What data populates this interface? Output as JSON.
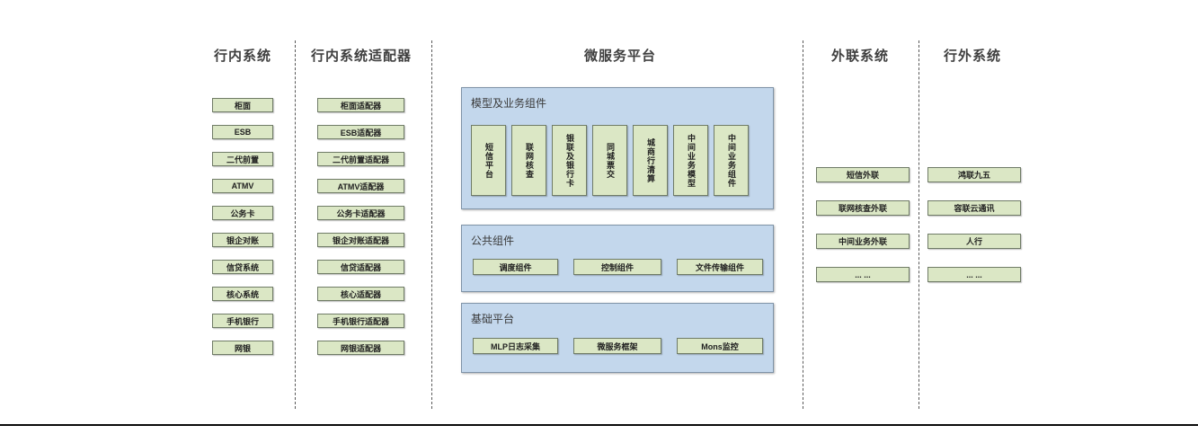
{
  "diagram": {
    "columns": {
      "inbank": {
        "title": "行内系统",
        "items": [
          "柜面",
          "ESB",
          "二代前置",
          "ATMV",
          "公务卡",
          "银企对账",
          "信贷系统",
          "核心系统",
          "手机银行",
          "网银"
        ]
      },
      "adapters": {
        "title": "行内系统适配器",
        "items": [
          "柜面适配器",
          "ESB适配器",
          "二代前置适配器",
          "ATMV适配器",
          "公务卡适配器",
          "银企对账适配器",
          "信贷适配器",
          "核心适配器",
          "手机银行适配器",
          "网银适配器"
        ]
      },
      "platform": {
        "title": "微服务平台",
        "model_section": {
          "label": "模型及业务组件",
          "items": [
            "短信平台",
            "联网核查",
            "银联及银行卡",
            "同城票交",
            "城商行清算",
            "中间业务模型",
            "中间业务组件"
          ]
        },
        "common_section": {
          "label": "公共组件",
          "items": [
            "调度组件",
            "控制组件",
            "文件传输组件"
          ]
        },
        "base_section": {
          "label": "基础平台",
          "items": [
            "MLP日志采集",
            "微服务框架",
            "Mons监控"
          ]
        }
      },
      "outreach": {
        "title": "外联系统",
        "items": [
          "短信外联",
          "联网核查外联",
          "中间业务外联",
          "... ..."
        ]
      },
      "external": {
        "title": "行外系统",
        "items": [
          "鸿联九五",
          "容联云通讯",
          "人行",
          "... ..."
        ]
      }
    },
    "colors": {
      "green_fill": "#dbe7c5",
      "green_border": "#6f7b66",
      "blue_fill": "#c3d7ec",
      "blue_border": "#7f93a7",
      "dashed_line": "#595959",
      "title_text": "#3f3f3f",
      "bottom_rule": "#0a0a0a"
    }
  }
}
